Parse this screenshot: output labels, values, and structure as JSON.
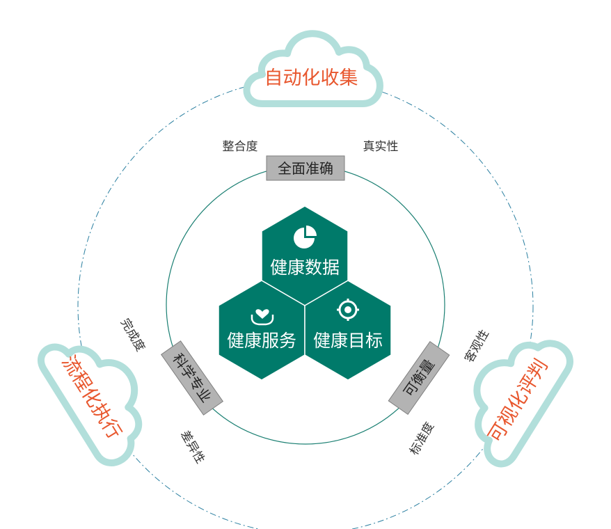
{
  "colors": {
    "hex_fill": "#007a6a",
    "cloud_stroke": "#b2dfdb",
    "accent_text": "#e8572e",
    "box_fill": "#b3b3b3"
  },
  "clouds": {
    "top": "自动化收集",
    "left": "流程化执行",
    "right": "可视化评判"
  },
  "boxes": {
    "top": "全面准确",
    "left": "科学专业",
    "right": "可衡量"
  },
  "labels": {
    "top_left": "整合度",
    "top_right": "真实性",
    "left_top": "完成度",
    "left_bottom": "差异性",
    "right_top": "客观性",
    "right_bottom": "标准度"
  },
  "hexagons": {
    "top": "健康数据",
    "left": "健康服务",
    "right": "健康目标"
  },
  "icons": {
    "top": "pie-chart-icon",
    "left": "heart-hand-icon",
    "right": "target-icon"
  }
}
